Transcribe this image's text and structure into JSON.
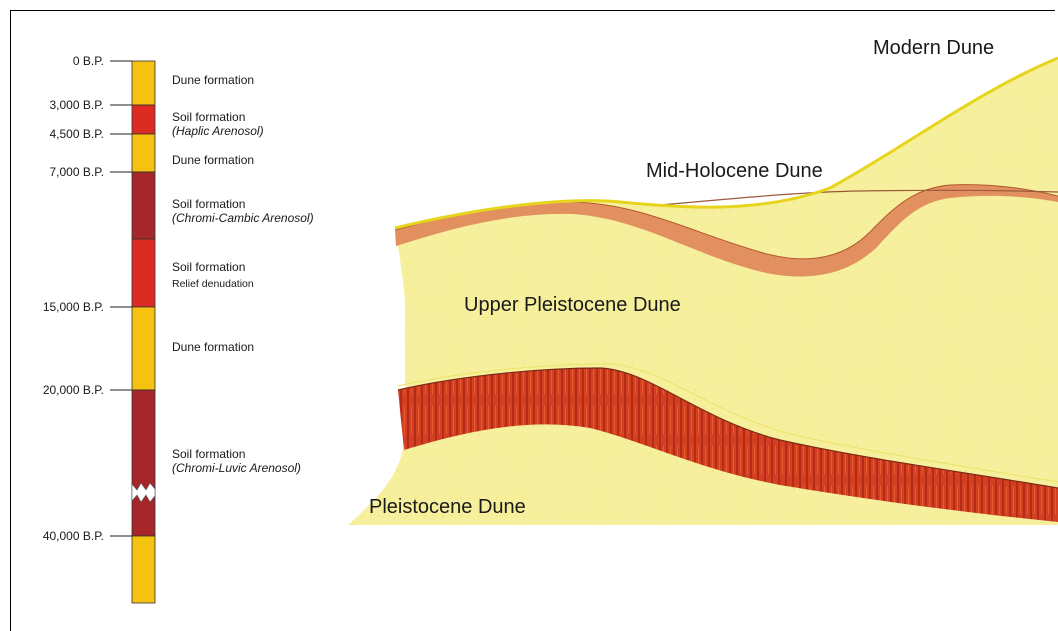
{
  "colors": {
    "dune": "#f4c20f",
    "soil_red": "#dc2b25",
    "soil_dark": "#a5272a",
    "sand": "#f6ef9c",
    "paleosol_red": "#cc3a1f",
    "holocene_soil": "#e08a5c",
    "modern_line": "#e6d51c"
  },
  "timeline": {
    "ages": [
      "0 B.P.",
      "3,000 B.P.",
      "4,500 B.P.",
      "7,000 B.P.",
      "15,000 B.P.",
      "20,000 B.P.",
      "40,000 B.P."
    ],
    "units": [
      {
        "title": "Dune formation",
        "sub": "",
        "type": "dune"
      },
      {
        "title": "Soil formation",
        "sub": "(Haplic Arenosol)",
        "type": "soil"
      },
      {
        "title": "Dune formation",
        "sub": "",
        "type": "dune"
      },
      {
        "title": "Soil formation",
        "sub": "(Chromi-Cambic Arenosol)",
        "type": "paleosol"
      },
      {
        "title": "Soil formation",
        "sub": "Relief denudation",
        "type": "soil"
      },
      {
        "title": "Dune formation",
        "sub": "",
        "type": "dune"
      },
      {
        "title": "Soil formation",
        "sub": "(Chromi-Luvic Arenosol)",
        "type": "paleosol"
      },
      {
        "title": "",
        "sub": "",
        "type": "dune"
      }
    ]
  },
  "profile": {
    "modern_dune": "Modern Dune",
    "mid_holocene_dune": "Mid-Holocene Dune",
    "upper_pleistocene_dune": "Upper Pleistocene Dune",
    "pleistocene_dune": "Pleistocene Dune"
  }
}
